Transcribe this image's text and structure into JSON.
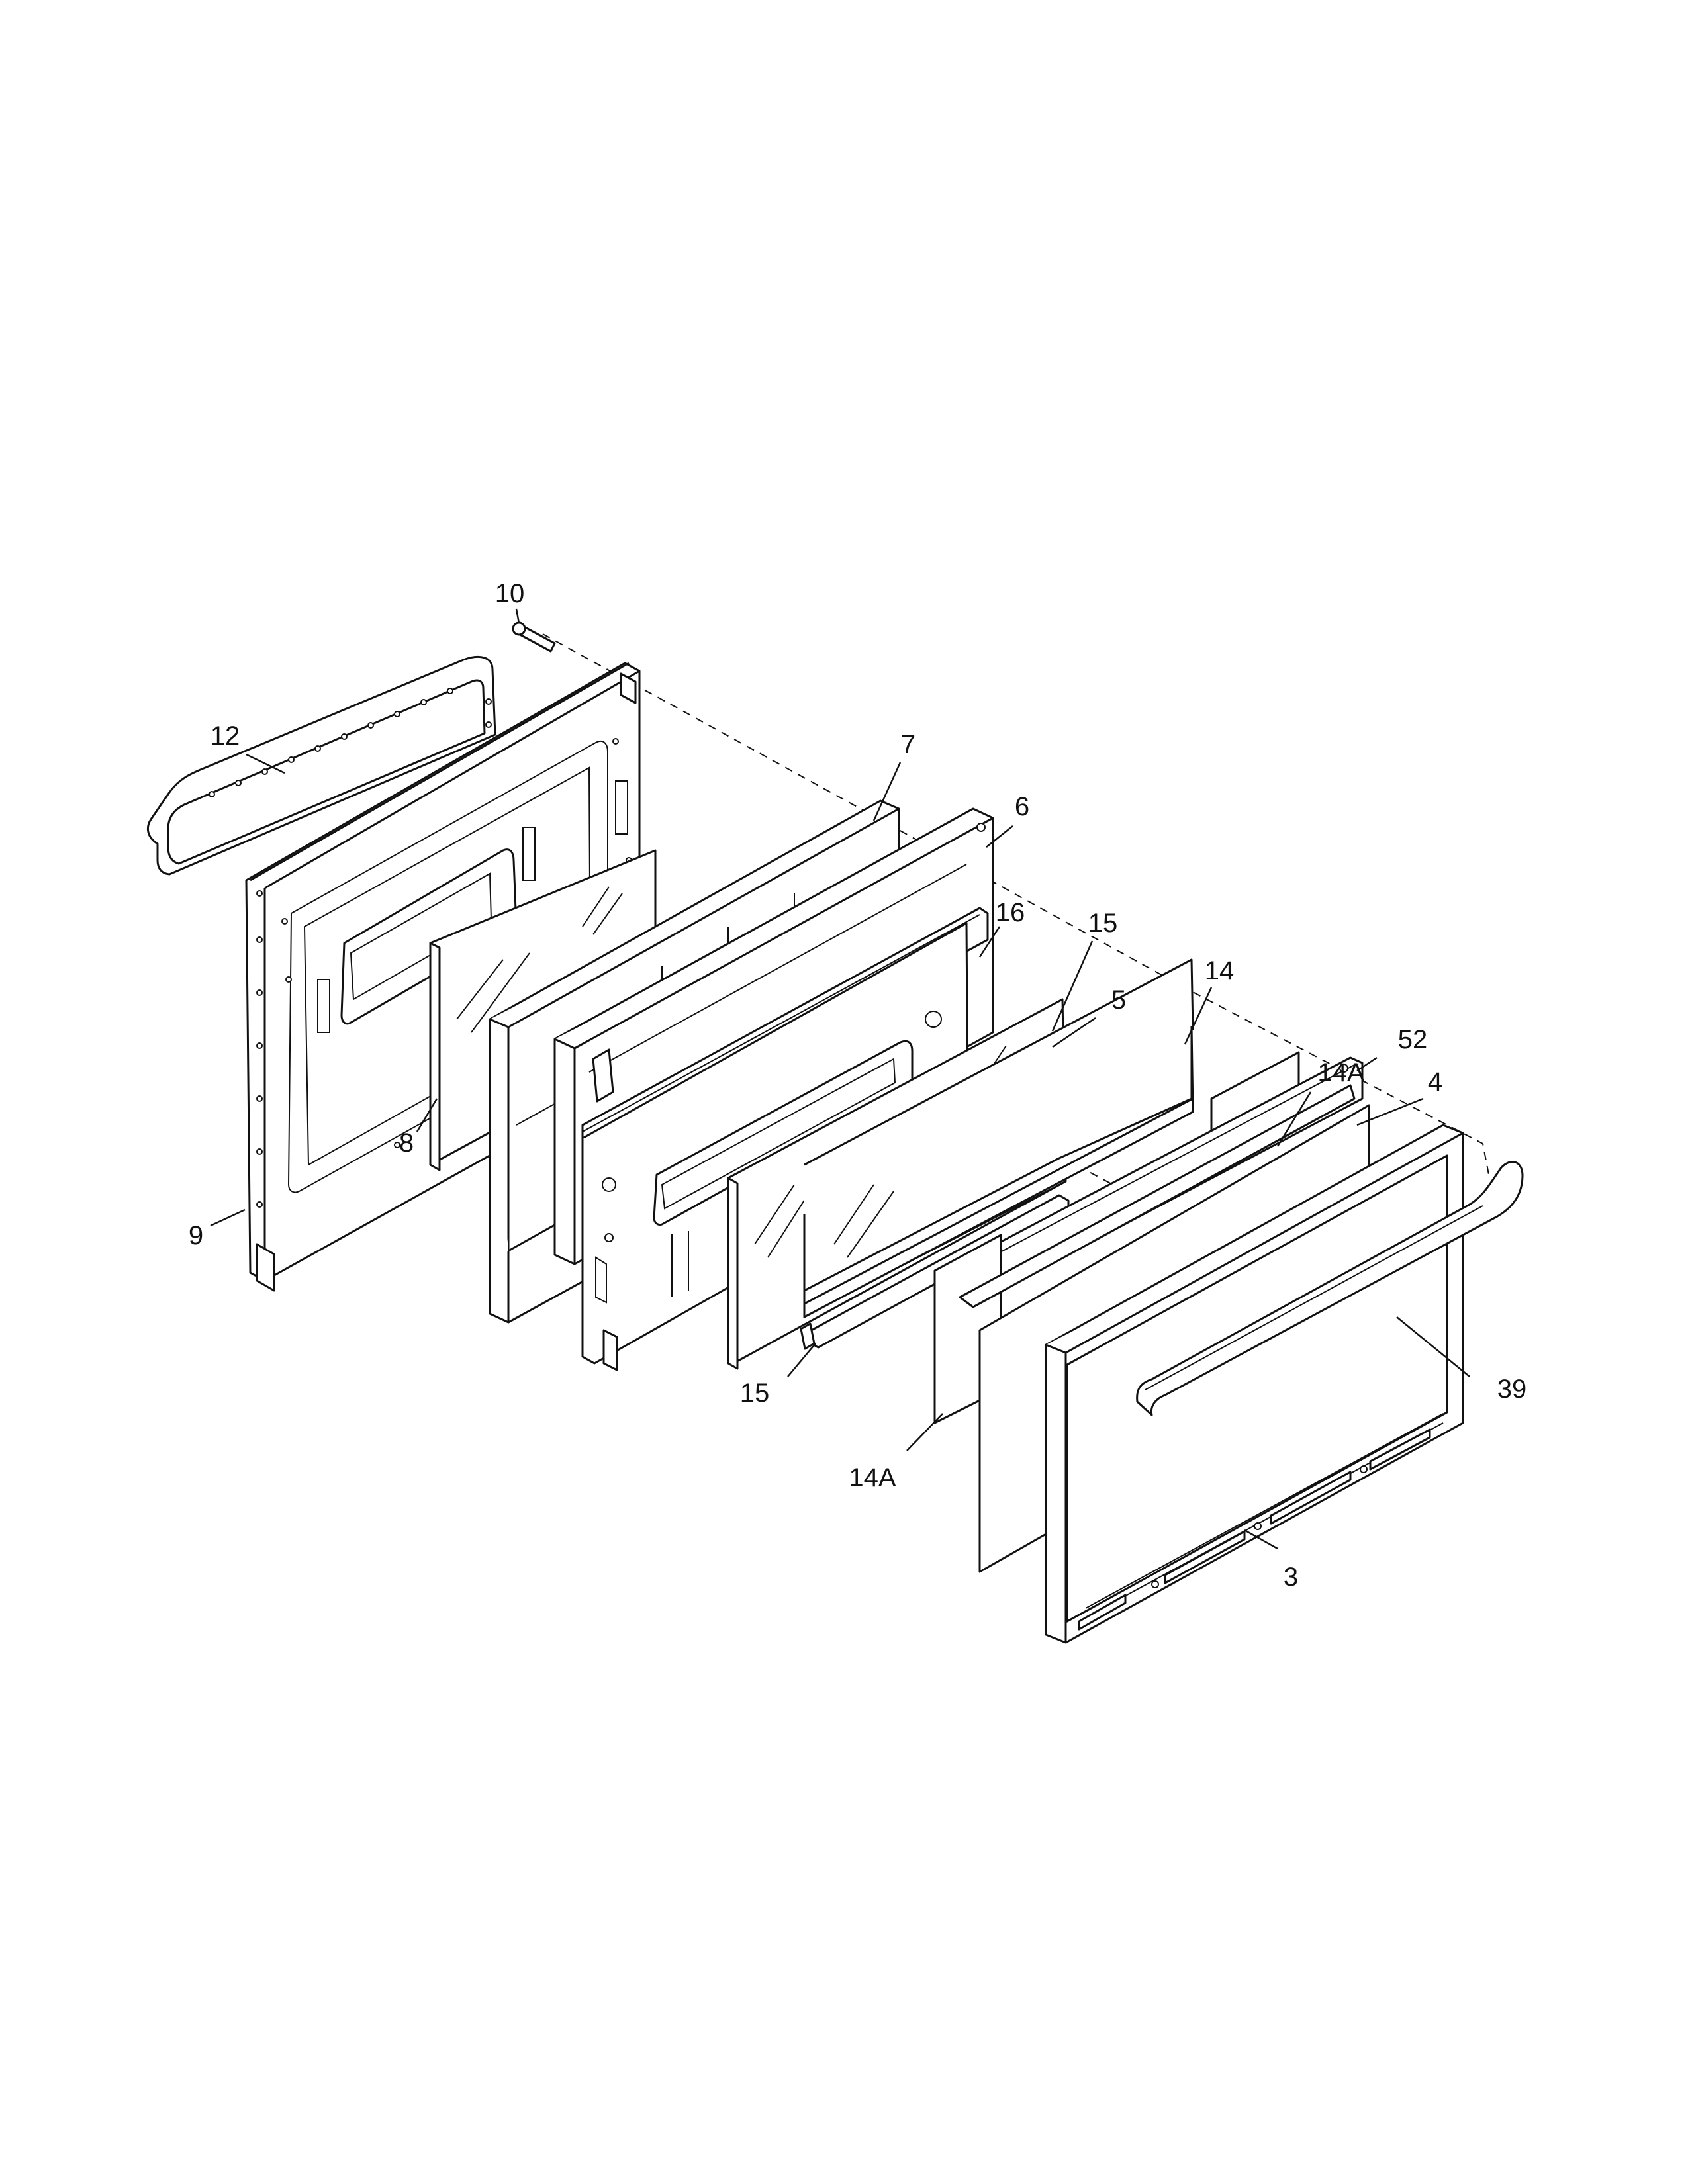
{
  "diagram": {
    "type": "exploded-parts-diagram",
    "callouts": {
      "c10": "10",
      "c12": "12",
      "c9": "9",
      "c8": "8",
      "c7": "7",
      "c6": "6",
      "c16": "16",
      "c15_top": "15",
      "c5": "5",
      "c14": "14",
      "c14A_top": "14A",
      "c52": "52",
      "c4": "4",
      "c15_bottom": "15",
      "c14A_bottom": "14A",
      "c39": "39",
      "c3": "3"
    }
  }
}
